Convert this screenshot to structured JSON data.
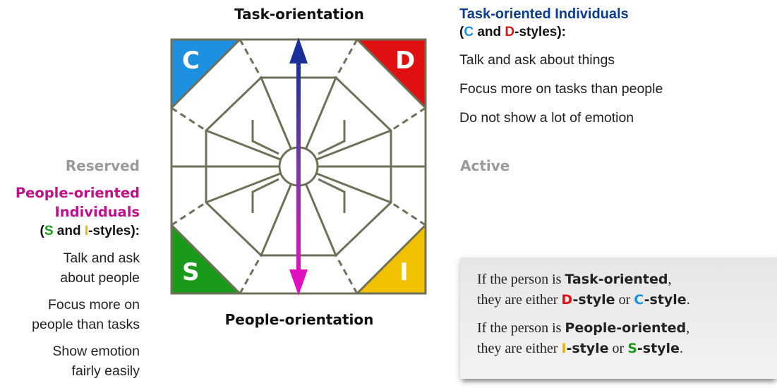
{
  "top_axis": "Task-orientation",
  "bottom_axis": "People-orientation",
  "left_axis": "Reserved",
  "right_axis": "Active",
  "quadrants": {
    "c": {
      "letter": "C",
      "color": "#1e90e0"
    },
    "d": {
      "letter": "D",
      "color": "#e01010"
    },
    "s": {
      "letter": "S",
      "color": "#1a9a1a"
    },
    "i": {
      "letter": "I",
      "color": "#f2c200"
    }
  },
  "task_panel": {
    "heading": "Task-oriented Individuals",
    "sub_open": "(",
    "sub_c": "C",
    "sub_and": " and ",
    "sub_d": "D",
    "sub_close": "-styles):",
    "items": [
      "Talk and ask about things",
      "Focus more on tasks than people",
      "Do not show a lot of emotion"
    ]
  },
  "people_panel": {
    "heading_line1": "People-oriented",
    "heading_line2": "Individuals",
    "sub_open": "(",
    "sub_s": "S",
    "sub_and": " and ",
    "sub_i": "I",
    "sub_close": "-styles):",
    "items": [
      {
        "line1": "Talk and ask",
        "line2": "about people"
      },
      {
        "line1": "Focus more on",
        "line2": "people than tasks"
      },
      {
        "line1": "Show emotion",
        "line2": "fairly easily"
      }
    ]
  },
  "note": {
    "line1_pre": "If the person is ",
    "line1_strong": "Task-oriented",
    "line1_post": ",",
    "line2_pre": "they are either ",
    "line2_d": "D",
    "line2_mid1": "-style",
    "line2_or": " or ",
    "line2_c": "C",
    "line2_mid2": "-style",
    "line2_end": ".",
    "line3_pre": "If the person is ",
    "line3_strong": "People-oriented",
    "line3_post": ",",
    "line4_pre": "they are either ",
    "line4_i": "I",
    "line4_mid1": "-style",
    "line4_or": " or ",
    "line4_s": "S",
    "line4_mid2": "-style",
    "line4_end": "."
  },
  "colors": {
    "arrow_top": "#1a2f9a",
    "arrow_bottom": "#e010c0",
    "lines": "#707058"
  }
}
